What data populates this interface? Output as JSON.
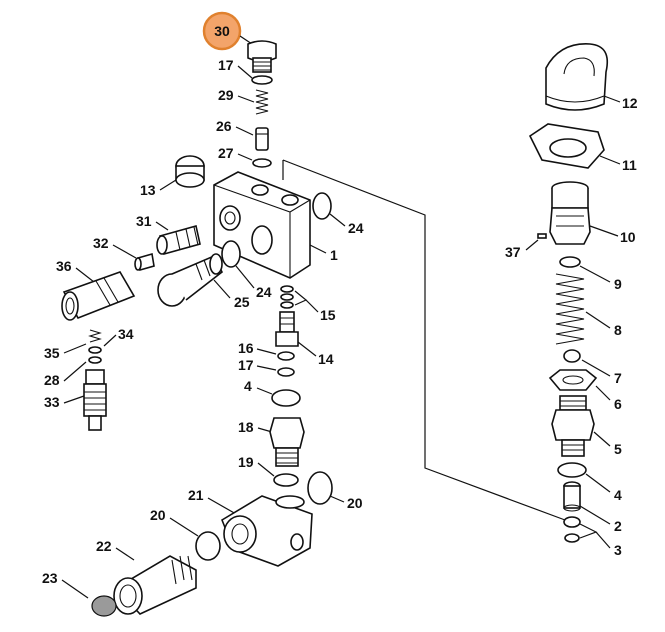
{
  "diagram": {
    "highlight_color": "#f3a46a",
    "highlight_border": "#e0812e",
    "labels": {
      "l30": "30",
      "l17a": "17",
      "l29": "29",
      "l26": "26",
      "l27": "27",
      "l13": "13",
      "l31": "31",
      "l32": "32",
      "l36": "36",
      "l24a": "24",
      "l24b": "24",
      "l1": "1",
      "l25": "25",
      "l15": "15",
      "l35": "35",
      "l34": "34",
      "l28": "28",
      "l33": "33",
      "l16": "16",
      "l17b": "17",
      "l14": "14",
      "l4a": "4",
      "l18": "18",
      "l19": "19",
      "l20a": "20",
      "l20b": "20",
      "l21": "21",
      "l22": "22",
      "l23": "23",
      "l12": "12",
      "l11": "11",
      "l10": "10",
      "l37": "37",
      "l9": "9",
      "l8": "8",
      "l7": "7",
      "l6": "6",
      "l5": "5",
      "l4b": "4",
      "l2": "2",
      "l3": "3"
    }
  }
}
